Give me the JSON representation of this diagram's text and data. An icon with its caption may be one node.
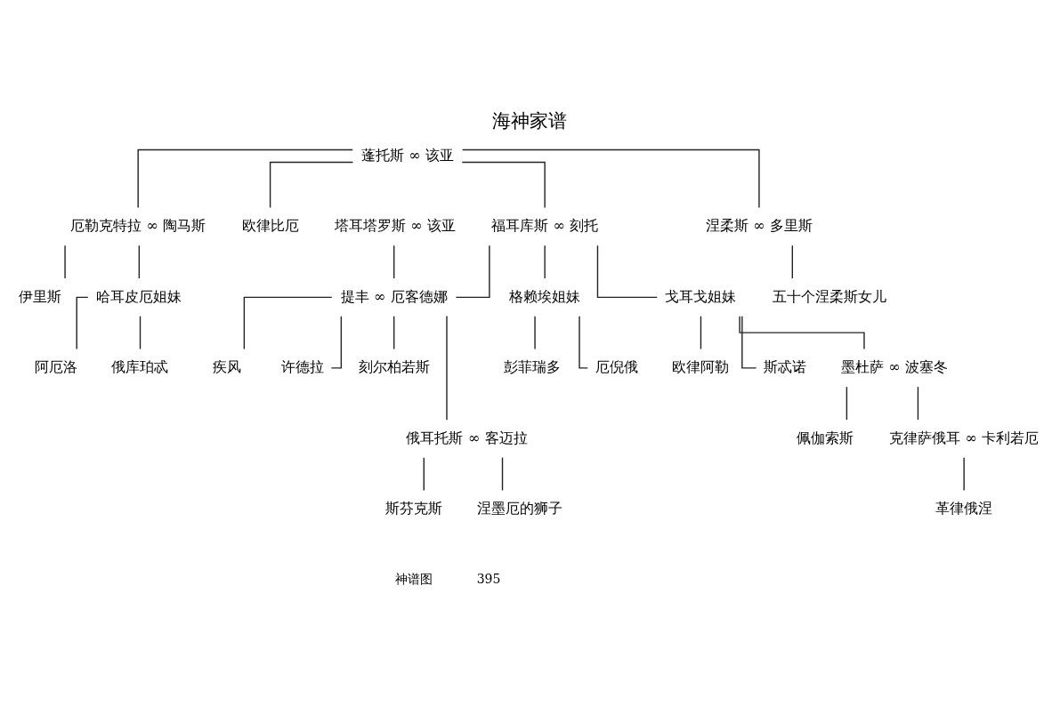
{
  "diagram": {
    "title": "海神家谱",
    "nodes": [
      {
        "text": [
          "蓬托斯 ∞ 该亚"
        ]
      },
      {
        "text": [
          "厄勒克特拉 ∞ 陶马斯"
        ]
      },
      {
        "text": [
          "欧律比厄"
        ]
      },
      {
        "text": [
          "塔耳塔罗斯 ∞ 该亚"
        ]
      },
      {
        "text": [
          "福耳库斯 ∞ 刻托"
        ]
      },
      {
        "text": [
          "涅柔斯 ∞ 多里斯"
        ]
      },
      {
        "text": [
          "伊里斯"
        ]
      },
      {
        "text": [
          "哈耳皮厄姐妹"
        ]
      },
      {
        "text": [
          "五十个涅柔斯女儿"
        ]
      },
      {
        "text": [
          "提丰 ∞ 厄客德娜"
        ]
      },
      {
        "text": [
          "格赖埃姐妹"
        ]
      },
      {
        "text": [
          "戈耳戈姐妹"
        ]
      },
      {
        "text": [
          "阿厄洛"
        ]
      },
      {
        "text": [
          "俄库珀忒"
        ]
      },
      {
        "text": [
          "疾风"
        ]
      },
      {
        "text": [
          "许德拉"
        ]
      },
      {
        "text": [
          "刻尔柏若斯"
        ]
      },
      {
        "text": [
          "彭菲瑞多"
        ]
      },
      {
        "text": [
          "厄倪俄"
        ]
      },
      {
        "text": [
          "欧律阿勒"
        ]
      },
      {
        "text": [
          "斯忒诺"
        ]
      },
      {
        "text": [
          "墨杜萨 ∞ 波塞冬"
        ]
      },
      {
        "text": [
          "俄耳托斯 ∞ 客迈拉"
        ]
      },
      {
        "text": [
          "佩伽索斯"
        ]
      },
      {
        "text": [
          "克律萨俄耳 ∞ 卡利若厄"
        ]
      },
      {
        "text": [
          "斯芬克斯"
        ]
      },
      {
        "text": [
          "涅墨厄的狮子"
        ]
      },
      {
        "text": [
          "革律俄涅"
        ]
      }
    ],
    "edges": [
      {
        "from": 0,
        "to": 1,
        "arrow": "none"
      },
      {
        "from": 0,
        "to": 2,
        "arrow": "none"
      },
      {
        "from": 0,
        "to": 4,
        "arrow": "none"
      },
      {
        "from": 0,
        "to": 5,
        "arrow": "none"
      },
      {
        "from": 1,
        "to": 6,
        "arrow": "none"
      },
      {
        "from": 1,
        "to": 7,
        "arrow": "none"
      },
      {
        "from": 7,
        "to": 12,
        "arrow": "none"
      },
      {
        "from": 7,
        "to": 13,
        "arrow": "none"
      },
      {
        "from": 3,
        "to": 9,
        "arrow": "none"
      },
      {
        "from": 4,
        "to": 9,
        "arrow": "none"
      },
      {
        "from": 4,
        "to": 10,
        "arrow": "none"
      },
      {
        "from": 4,
        "to": 11,
        "arrow": "none"
      },
      {
        "from": 5,
        "to": 8,
        "arrow": "none"
      },
      {
        "from": 9,
        "to": 14,
        "arrow": "none"
      },
      {
        "from": 9,
        "to": 15,
        "arrow": "none"
      },
      {
        "from": 9,
        "to": 16,
        "arrow": "none"
      },
      {
        "from": 9,
        "to": 22,
        "arrow": "none"
      },
      {
        "from": 10,
        "to": 17,
        "arrow": "none"
      },
      {
        "from": 10,
        "to": 18,
        "arrow": "none"
      },
      {
        "from": 11,
        "to": 19,
        "arrow": "none"
      },
      {
        "from": 11,
        "to": 20,
        "arrow": "none"
      },
      {
        "from": 11,
        "to": 21,
        "arrow": "none"
      },
      {
        "from": 21,
        "to": 23,
        "arrow": "none"
      },
      {
        "from": 21,
        "to": 24,
        "arrow": "none"
      },
      {
        "from": 22,
        "to": 25,
        "arrow": "none"
      },
      {
        "from": 22,
        "to": 26,
        "arrow": "none"
      },
      {
        "from": 24,
        "to": 27,
        "arrow": "none"
      }
    ],
    "labels": [
      "神谱图",
      "395"
    ]
  }
}
